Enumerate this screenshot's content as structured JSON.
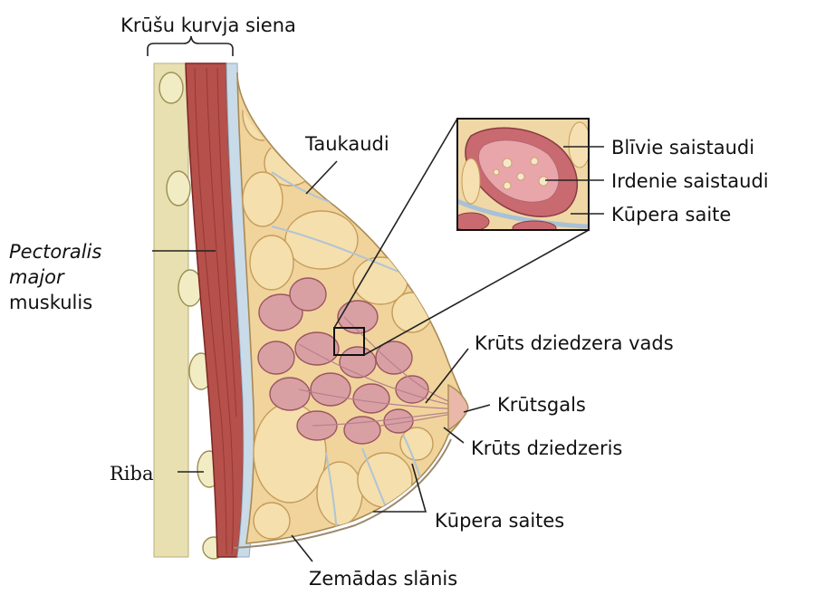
{
  "labels": {
    "chest_wall": "Krūšu kurvja siena",
    "fat_tissue": "Taukaudi",
    "dense_connective": "Blīvie saistaudi",
    "loose_connective": "Irdenie saistaudi",
    "cooper_ligament_inset": "Kūpera saite",
    "pectoralis_line1": "Pectoralis",
    "pectoralis_line2": "major",
    "pectoralis_line3": "muskulis",
    "milk_duct": "Krūts dziedzera vads",
    "nipple": "Krūtsgals",
    "mammary_gland": "Krūts dziedzeris",
    "rib": "Riba",
    "cooper_ligaments": "Kūpera saites",
    "subcutaneous_layer": "Zemādas slānis"
  },
  "colors": {
    "muscle": "#b5504a",
    "muscle_dark": "#8c2e2b",
    "fat": "#f0d49c",
    "fat_stroke": "#cfa868",
    "gland": "#d9a0a4",
    "gland_stroke": "#9c5560",
    "fascia": "#c9dbe8",
    "rib": "#ede6b4"
  }
}
